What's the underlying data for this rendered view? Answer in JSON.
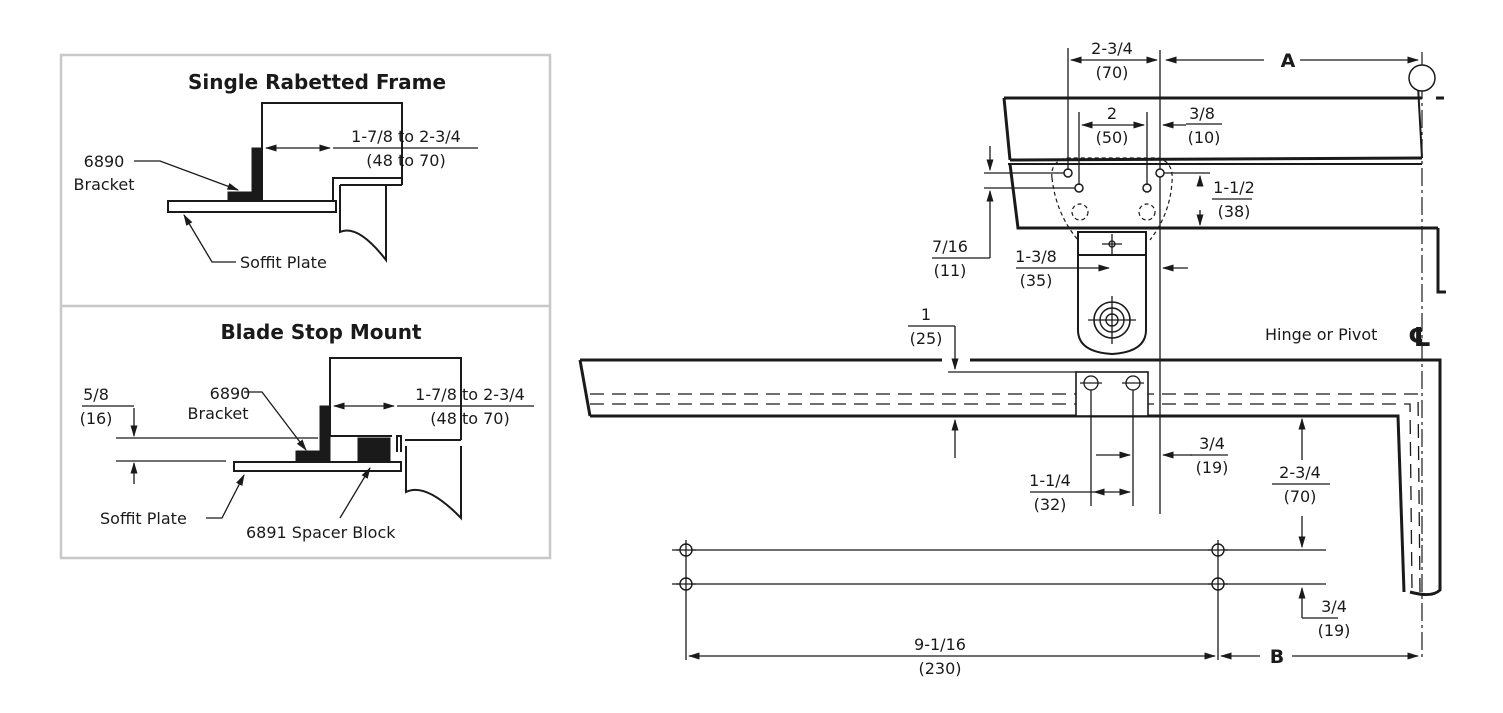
{
  "inset_top": {
    "title": "Single Rabetted Frame",
    "bracket_label_1": "6890",
    "bracket_label_2": "Bracket",
    "soffit_label": "Soffit Plate",
    "dim_range": "1-7/8 to 2-3/4",
    "dim_range_mm": "(48 to 70)"
  },
  "inset_bottom": {
    "title": "Blade Stop Mount",
    "bracket_label_1": "6890",
    "bracket_label_2": "Bracket",
    "soffit_label": "Soffit Plate",
    "spacer_label": "6891 Spacer Block",
    "dim_range": "1-7/8 to 2-3/4",
    "dim_range_mm": "(48 to 70)",
    "dim_height": "5/8",
    "dim_height_mm": "(16)"
  },
  "main": {
    "dims": {
      "w_2_3_4": "2-3/4",
      "w_2_3_4_mm": "(70)",
      "a_label": "A",
      "w_2": "2",
      "w_2_mm": "(50)",
      "w_3_8": "3/8",
      "w_3_8_mm": "(10)",
      "h_1_1_2": "1-1/2",
      "h_1_1_2_mm": "(38)",
      "h_7_16": "7/16",
      "h_7_16_mm": "(11)",
      "w_1_3_8": "1-3/8",
      "w_1_3_8_mm": "(35)",
      "h_1": "1",
      "h_1_mm": "(25)",
      "w_3_4": "3/4",
      "w_3_4_mm": "(19)",
      "w_1_1_4": "1-1/4",
      "w_1_1_4_mm": "(32)",
      "h_2_3_4": "2-3/4",
      "h_2_3_4_mm": "(70)",
      "h_3_4": "3/4",
      "h_3_4_mm": "(19)",
      "w_9_1_16": "9-1/16",
      "w_9_1_16_mm": "(230)",
      "b_label": "B"
    },
    "hinge_label": "Hinge or Pivot",
    "centerline_symbol": "℄"
  }
}
